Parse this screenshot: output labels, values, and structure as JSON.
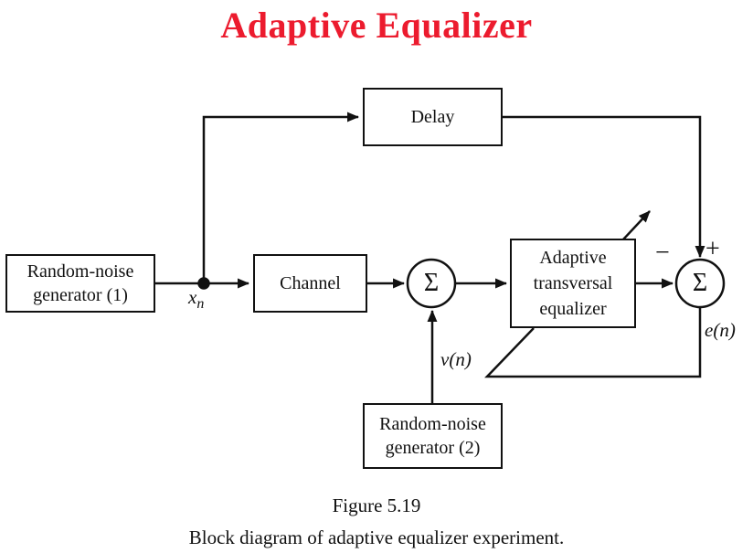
{
  "title": {
    "text": "Adaptive Equalizer",
    "color": "#EC1B2E"
  },
  "blocks": {
    "rng1": {
      "line1": "Random-noise",
      "line2": "generator (1)"
    },
    "delay": {
      "label": "Delay"
    },
    "channel": {
      "label": "Channel"
    },
    "equalizer": {
      "line1": "Adaptive",
      "line2": "transversal",
      "line3": "equalizer"
    },
    "rng2": {
      "line1": "Random-noise",
      "line2": "generator (2)"
    }
  },
  "nodes": {
    "sum1": {
      "symbol": "Σ"
    },
    "sum2": {
      "symbol": "Σ",
      "plus_sign": "+",
      "minus_sign": "−"
    }
  },
  "signals": {
    "input_base": "x",
    "input_sub": "n",
    "noise": "ν(n)",
    "error": "e(n)"
  },
  "caption": {
    "figure": "Figure 5.19",
    "description": "Block diagram of adaptive equalizer experiment."
  },
  "colors": {
    "line": "#111111",
    "title_red": "#EC1B2E",
    "background": "#ffffff"
  }
}
